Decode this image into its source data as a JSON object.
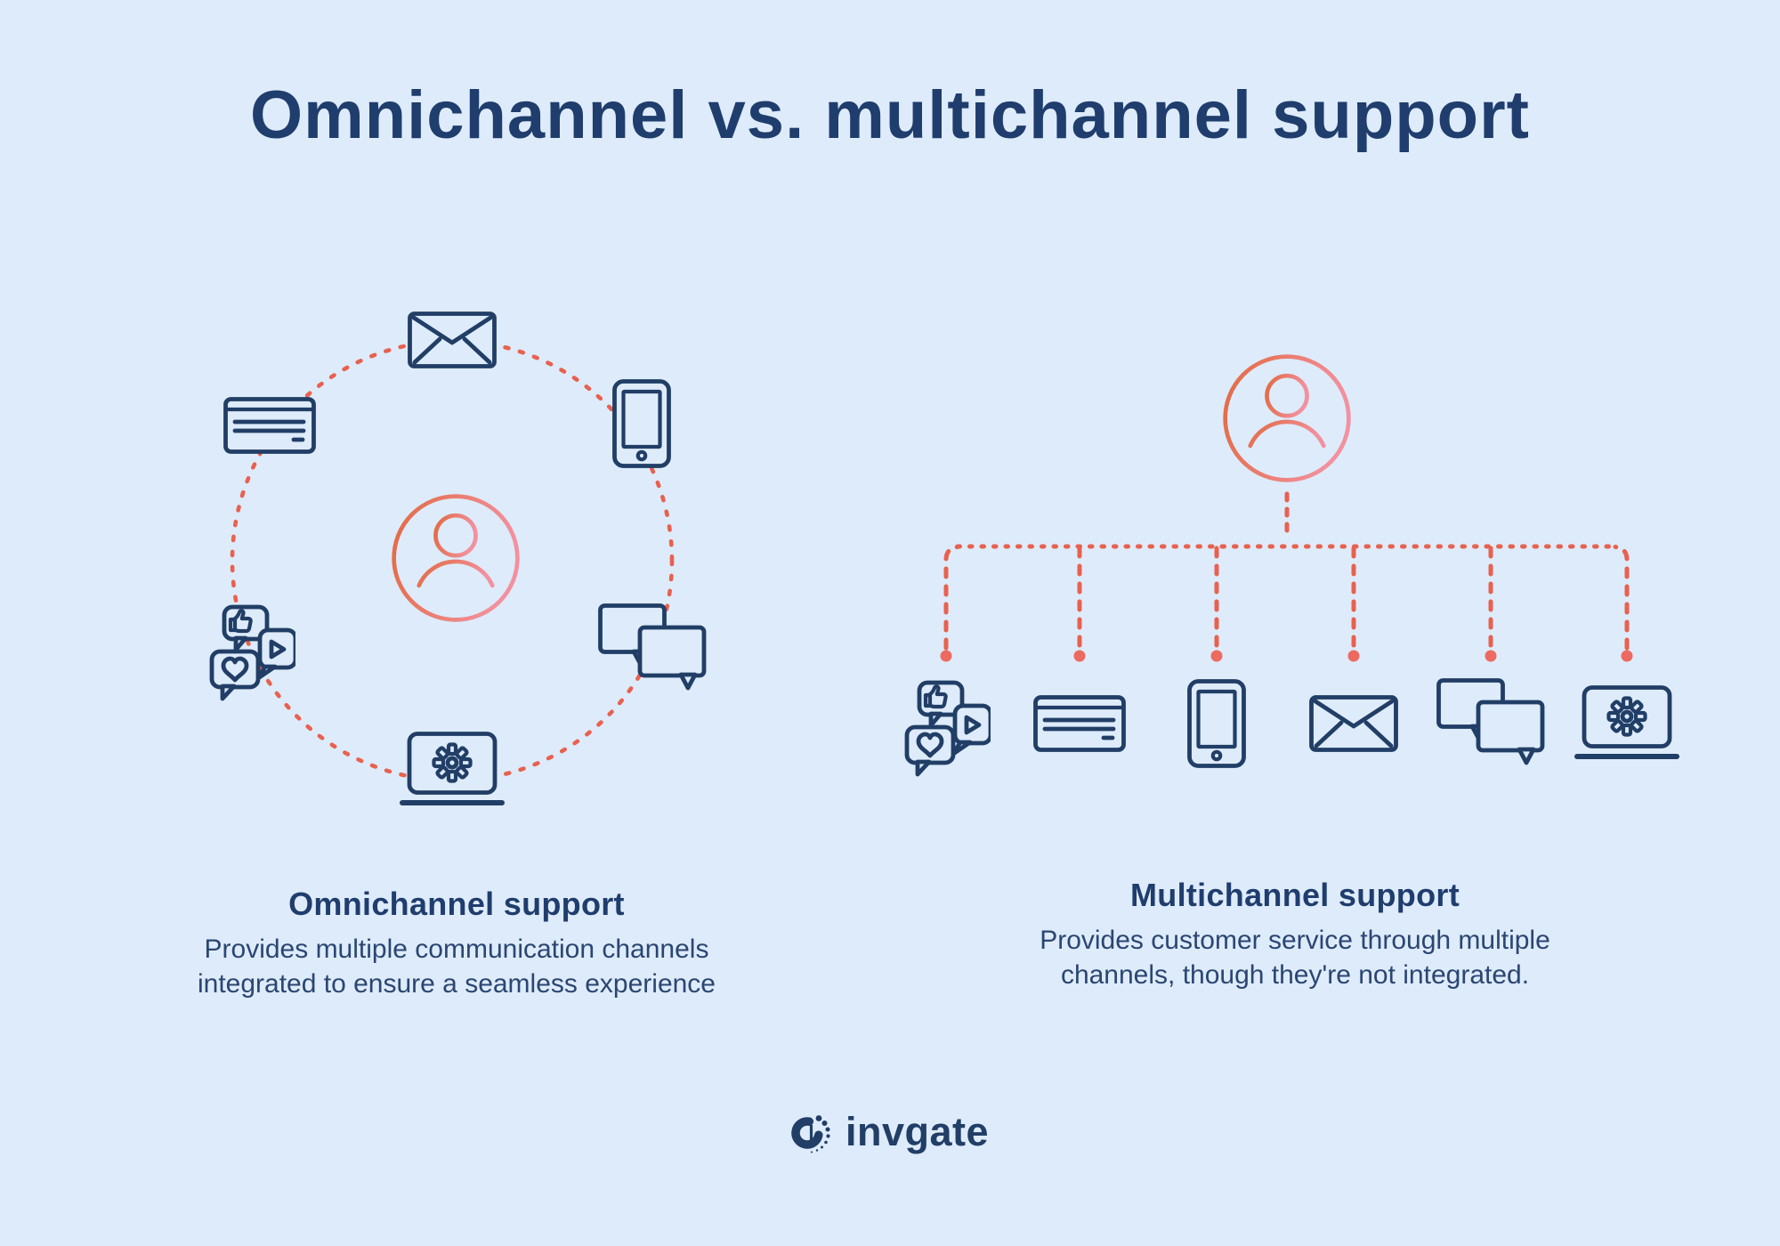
{
  "title": "Omnichannel vs. multichannel support",
  "colors": {
    "background": "#deebfa",
    "navy": "#213e66",
    "heading": "#1f3d6d",
    "body_text": "#2a4672",
    "coral": "#e8614f",
    "coral_dot": "#ec6a60",
    "person_gradient_start": "#e26a42",
    "person_gradient_end": "#f2919f"
  },
  "left_panel": {
    "heading": "Omnichannel support",
    "description": "Provides multiple communication channels integrated to ensure a seamless experience",
    "layout": "channels connected in an integrated circle around the customer",
    "center": "customer-person",
    "channels": [
      "email",
      "smartphone",
      "chat",
      "laptop-settings",
      "social-media",
      "credit-card"
    ]
  },
  "right_panel": {
    "heading": "Multichannel support",
    "description": "Provides customer service through multiple channels, though they're not integrated.",
    "layout": "customer at top with separate dotted branches to each channel",
    "top": "customer-person",
    "channels": [
      "social-media",
      "credit-card",
      "smartphone",
      "email",
      "chat",
      "laptop-settings"
    ]
  },
  "footer": {
    "brand": "invgate"
  }
}
